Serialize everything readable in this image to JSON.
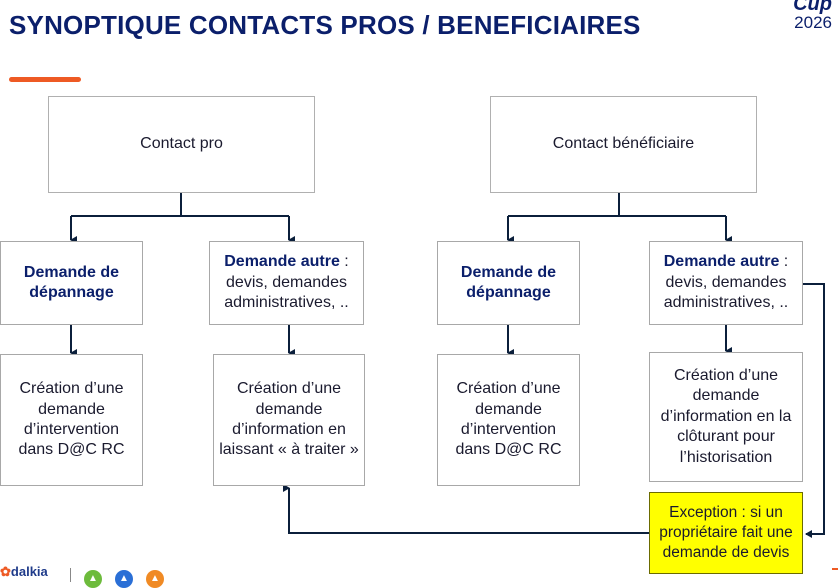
{
  "header": {
    "title": "SYNOPTIQUE CONTACTS PROS / BENEFICIAIRES",
    "logo_cup": "Cup",
    "logo_year": "2026"
  },
  "colors": {
    "title": "#0b1f6b",
    "accent": "#ee5a24",
    "exception_fill": "#ffff00",
    "connector": "#0b1f3b"
  },
  "left": {
    "root": "Contact pro",
    "depannage_title": "Demande de dépannage",
    "autre_title": "Demande autre",
    "autre_rest": " : devis, demandes administratives, ..",
    "depannage_result": "Création d’une demande d’intervention dans D@C RC",
    "autre_result": "Création d’une demande d’information en laissant « à traiter »"
  },
  "right": {
    "root": "Contact bénéficiaire",
    "depannage_title": "Demande de dépannage",
    "autre_title": "Demande autre",
    "autre_rest": " : devis, demandes administratives, ..",
    "depannage_result": "Création d’une demande d’intervention dans D@C RC",
    "autre_result": "Création d’une demande d’information en la clôturant pour l’historisation"
  },
  "exception": "Exception : si un propriétaire fait une demande de devis",
  "footer": {
    "brand": "dalkia"
  }
}
